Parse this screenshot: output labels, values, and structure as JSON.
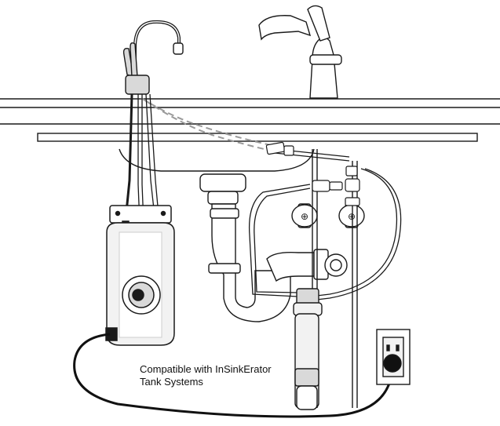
{
  "caption": {
    "line1": "Compatible with InSinkErator",
    "line2": "Tank Systems"
  },
  "colors": {
    "line": "#1a1a1a",
    "fill_light": "#f2f2f2",
    "fill_mid": "#d9d9d9",
    "dashed_pipe": "#9a9a9a",
    "cord": "#111111"
  },
  "icons": {
    "dispenser_faucet": "hot-water-faucet",
    "main_faucet": "sink-faucet",
    "tank": "hot-water-tank",
    "filter": "water-filter-cartridge",
    "outlet": "electrical-outlet"
  }
}
